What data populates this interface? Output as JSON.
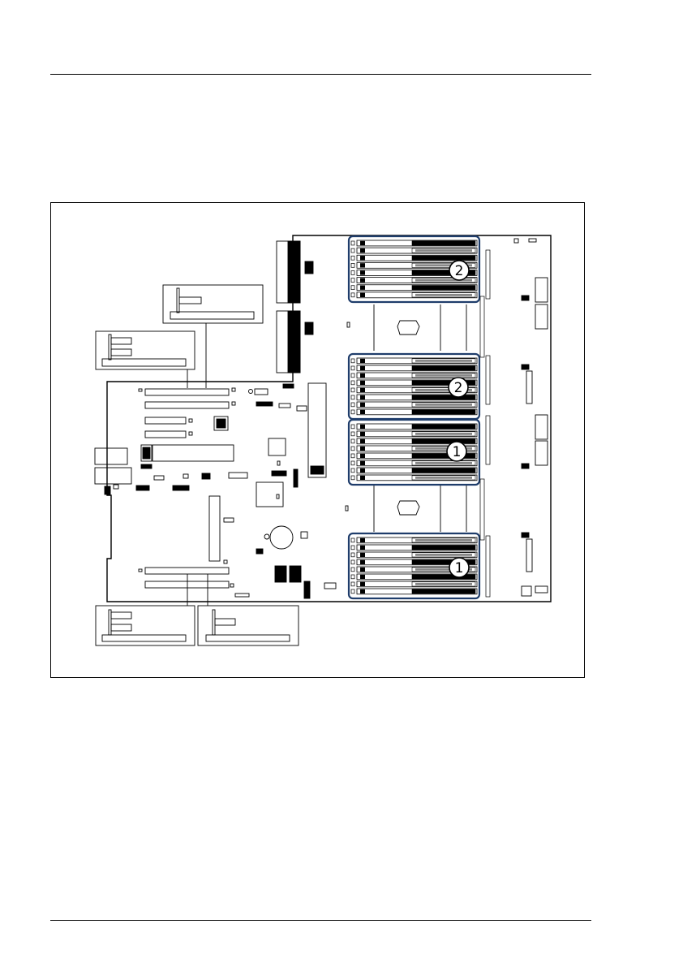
{
  "figure": {
    "callouts": [
      {
        "label": "2",
        "group": "dimm-bank-upper-a"
      },
      {
        "label": "2",
        "group": "dimm-bank-upper-b"
      },
      {
        "label": "1",
        "group": "dimm-bank-lower-a"
      },
      {
        "label": "1",
        "group": "dimm-bank-lower-b"
      }
    ]
  },
  "colors": {
    "highlight": "#1f3d6b",
    "line": "#000000",
    "fill_dark": "#000000",
    "background": "#ffffff"
  }
}
